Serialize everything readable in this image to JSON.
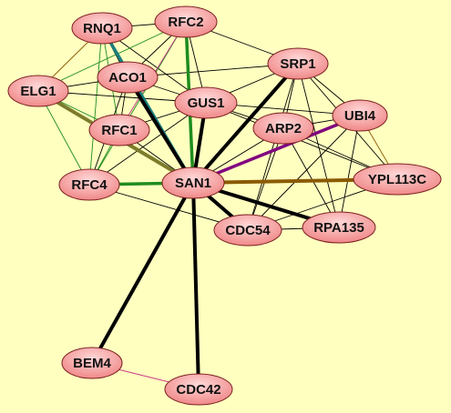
{
  "colors": {
    "background": "#ffffc0",
    "node_fill": "#f08888",
    "node_highlight": "#ffd8d8",
    "node_stroke": "#7a2020",
    "label": "#111111",
    "edge_default": "#000000",
    "edge_thick": "#000000",
    "edge_green": "#1e8c1e",
    "edge_purple": "#800080",
    "edge_brown": "#8b5a00",
    "edge_teal": "#1a7f7f",
    "edge_olive": "#7c7c2c",
    "edge_pink": "#cc4488"
  },
  "nodes": [
    {
      "id": "RNQ1",
      "label": "RNQ1"
    },
    {
      "id": "RFC2",
      "label": "RFC2"
    },
    {
      "id": "SRP1",
      "label": "SRP1"
    },
    {
      "id": "ACO1",
      "label": "ACO1"
    },
    {
      "id": "ELG1",
      "label": "ELG1"
    },
    {
      "id": "GUS1",
      "label": "GUS1"
    },
    {
      "id": "ARP2",
      "label": "ARP2"
    },
    {
      "id": "UBI4",
      "label": "UBI4"
    },
    {
      "id": "RFC1",
      "label": "RFC1"
    },
    {
      "id": "RFC4",
      "label": "RFC4"
    },
    {
      "id": "SAN1",
      "label": "SAN1"
    },
    {
      "id": "YPL113C",
      "label": "YPL113C"
    },
    {
      "id": "CDC54",
      "label": "CDC54"
    },
    {
      "id": "RPA135",
      "label": "RPA135"
    },
    {
      "id": "BEM4",
      "label": "BEM4"
    },
    {
      "id": "CDC42",
      "label": "CDC42"
    }
  ],
  "edges": [
    {
      "source": "SAN1",
      "target": "ACO1",
      "style": "thick"
    },
    {
      "source": "SAN1",
      "target": "GUS1",
      "style": "thick"
    },
    {
      "source": "SAN1",
      "target": "SRP1",
      "style": "thick"
    },
    {
      "source": "SAN1",
      "target": "CDC54",
      "style": "thick"
    },
    {
      "source": "SAN1",
      "target": "RPA135",
      "style": "thick"
    },
    {
      "source": "SAN1",
      "target": "BEM4",
      "style": "thick"
    },
    {
      "source": "SAN1",
      "target": "CDC42",
      "style": "thick"
    },
    {
      "source": "SAN1",
      "target": "RFC2",
      "style": "green"
    },
    {
      "source": "SAN1",
      "target": "RFC4",
      "style": "green"
    },
    {
      "source": "SAN1",
      "target": "UBI4",
      "style": "purple"
    },
    {
      "source": "SAN1",
      "target": "YPL113C",
      "style": "brown"
    },
    {
      "source": "SAN1",
      "target": "ELG1",
      "style": "olive"
    },
    {
      "source": "SAN1",
      "target": "RNQ1",
      "style": "teal"
    },
    {
      "source": "SAN1",
      "target": "RFC1",
      "style": "default"
    },
    {
      "source": "SAN1",
      "target": "ARP2",
      "style": "default"
    },
    {
      "source": "BEM4",
      "target": "CDC42",
      "style": "pink"
    },
    {
      "source": "RNQ1",
      "target": "RFC2",
      "style": "default"
    },
    {
      "source": "RNQ1",
      "target": "ACO1",
      "style": "default"
    },
    {
      "source": "RNQ1",
      "target": "GUS1",
      "style": "default"
    },
    {
      "source": "RNQ1",
      "target": "ELG1",
      "style": "thin_brown"
    },
    {
      "source": "RNQ1",
      "target": "RFC1",
      "style": "thin_green"
    },
    {
      "source": "RNQ1",
      "target": "RFC4",
      "style": "thin_green"
    },
    {
      "source": "RFC2",
      "target": "ACO1",
      "style": "default"
    },
    {
      "source": "RFC2",
      "target": "GUS1",
      "style": "default"
    },
    {
      "source": "RFC2",
      "target": "SRP1",
      "style": "default"
    },
    {
      "source": "RFC2",
      "target": "ELG1",
      "style": "thin_green"
    },
    {
      "source": "RFC2",
      "target": "RFC1",
      "style": "pink"
    },
    {
      "source": "RFC2",
      "target": "RFC4",
      "style": "thin_green"
    },
    {
      "source": "ELG1",
      "target": "ACO1",
      "style": "default"
    },
    {
      "source": "ELG1",
      "target": "GUS1",
      "style": "default"
    },
    {
      "source": "ELG1",
      "target": "RFC1",
      "style": "thin_green"
    },
    {
      "source": "ELG1",
      "target": "RFC4",
      "style": "thin_green"
    },
    {
      "source": "ACO1",
      "target": "GUS1",
      "style": "default"
    },
    {
      "source": "ACO1",
      "target": "RFC1",
      "style": "default"
    },
    {
      "source": "ACO1",
      "target": "RFC4",
      "style": "default"
    },
    {
      "source": "ACO1",
      "target": "SRP1",
      "style": "default"
    },
    {
      "source": "GUS1",
      "target": "RFC1",
      "style": "default"
    },
    {
      "source": "GUS1",
      "target": "SRP1",
      "style": "default"
    },
    {
      "source": "GUS1",
      "target": "ARP2",
      "style": "default"
    },
    {
      "source": "GUS1",
      "target": "UBI4",
      "style": "default"
    },
    {
      "source": "GUS1",
      "target": "YPL113C",
      "style": "default"
    },
    {
      "source": "SRP1",
      "target": "ARP2",
      "style": "default"
    },
    {
      "source": "SRP1",
      "target": "UBI4",
      "style": "default"
    },
    {
      "source": "SRP1",
      "target": "CDC54",
      "style": "default"
    },
    {
      "source": "SRP1",
      "target": "RPA135",
      "style": "default"
    },
    {
      "source": "SRP1",
      "target": "YPL113C",
      "style": "default"
    },
    {
      "source": "ARP2",
      "target": "UBI4",
      "style": "default"
    },
    {
      "source": "ARP2",
      "target": "CDC54",
      "style": "default"
    },
    {
      "source": "ARP2",
      "target": "RPA135",
      "style": "default"
    },
    {
      "source": "ARP2",
      "target": "YPL113C",
      "style": "default"
    },
    {
      "source": "UBI4",
      "target": "CDC54",
      "style": "default"
    },
    {
      "source": "UBI4",
      "target": "RPA135",
      "style": "default"
    },
    {
      "source": "UBI4",
      "target": "YPL113C",
      "style": "thin_brown"
    },
    {
      "source": "CDC54",
      "target": "RPA135",
      "style": "default"
    },
    {
      "source": "CDC54",
      "target": "YPL113C",
      "style": "default"
    },
    {
      "source": "RFC1",
      "target": "RFC4",
      "style": "thin_green"
    },
    {
      "source": "RFC4",
      "target": "CDC54",
      "style": "default"
    },
    {
      "source": "RFC4",
      "target": "GUS1",
      "style": "default"
    }
  ]
}
